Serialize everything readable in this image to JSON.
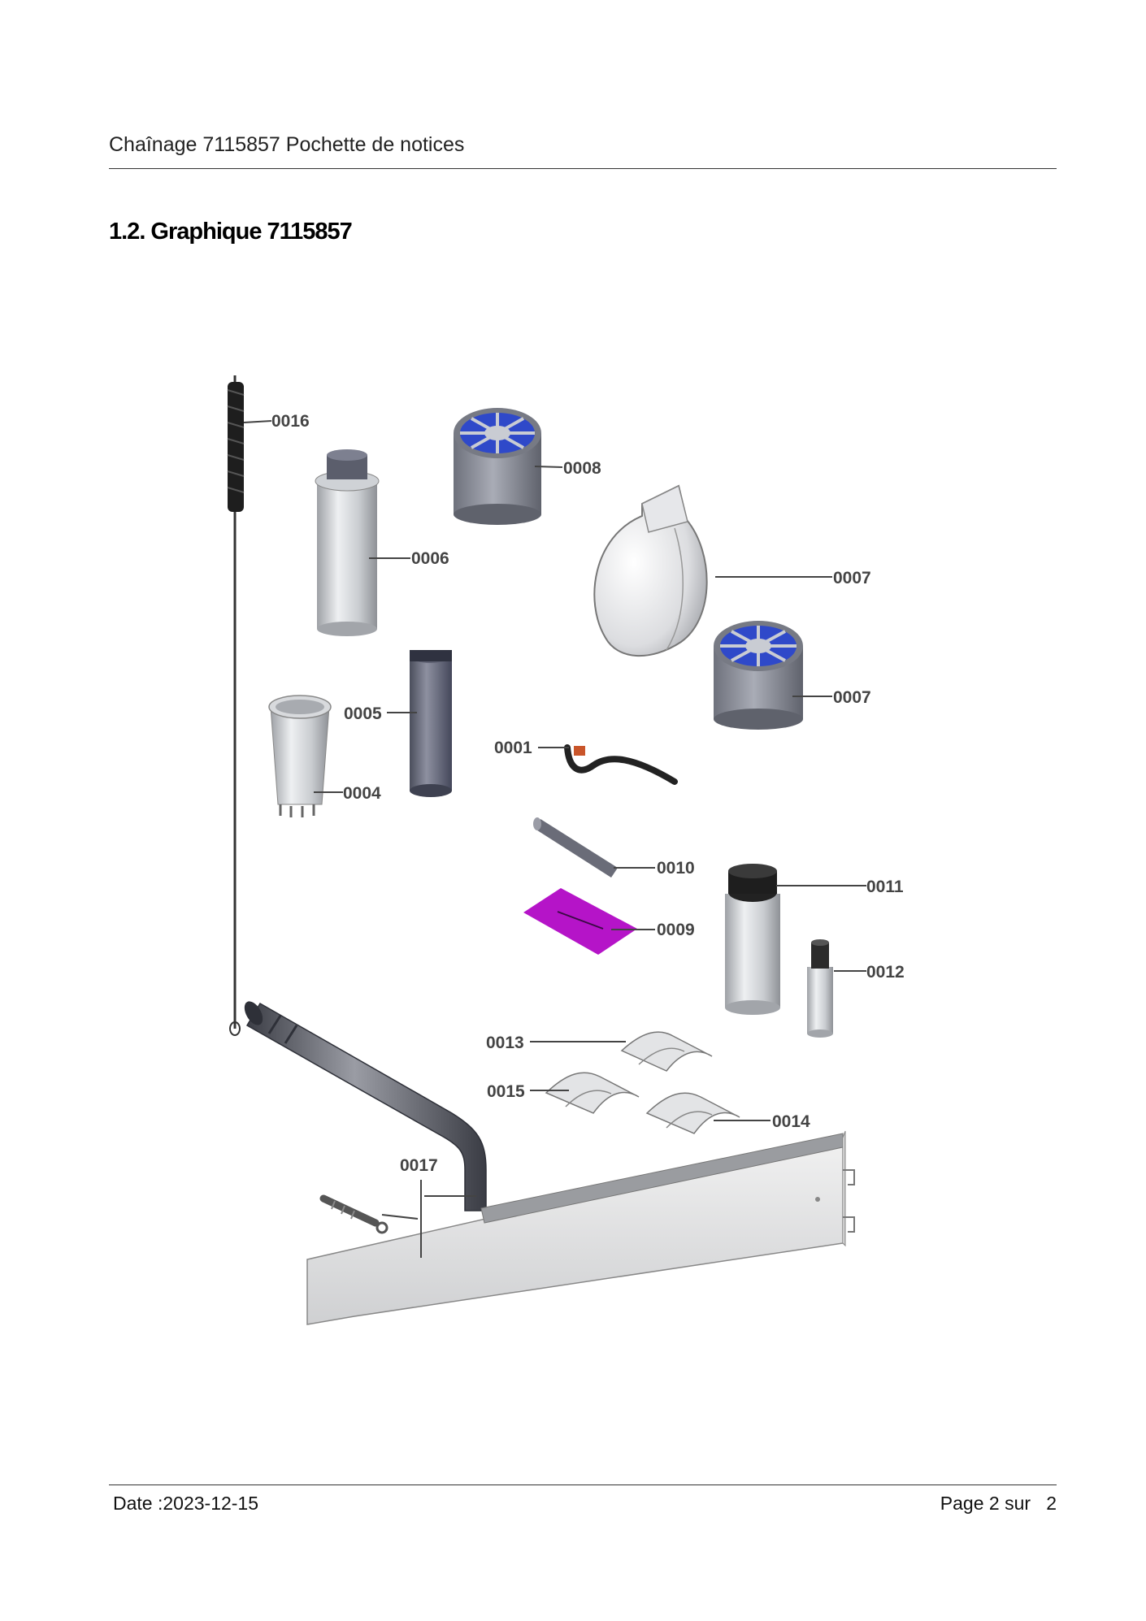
{
  "header": {
    "title": "Chaînage 7115857 Pochette de notices"
  },
  "section": {
    "heading": "1.2. Graphique 7115857"
  },
  "callouts": {
    "p0016": "0016",
    "p0008": "0008",
    "p0006": "0006",
    "p0007a": "0007",
    "p0007b": "0007",
    "p0005": "0005",
    "p0001": "0001",
    "p0004": "0004",
    "p0010": "0010",
    "p0011": "0011",
    "p0009": "0009",
    "p0012": "0012",
    "p0013": "0013",
    "p0015": "0015",
    "p0014": "0014",
    "p0017": "0017"
  },
  "footer": {
    "date": "Date :2023-12-15",
    "page": "Page 2 sur   2"
  },
  "colors": {
    "accent_blue": "#2f49c9",
    "label_magenta": "#b514c8",
    "rule": "#333333"
  }
}
